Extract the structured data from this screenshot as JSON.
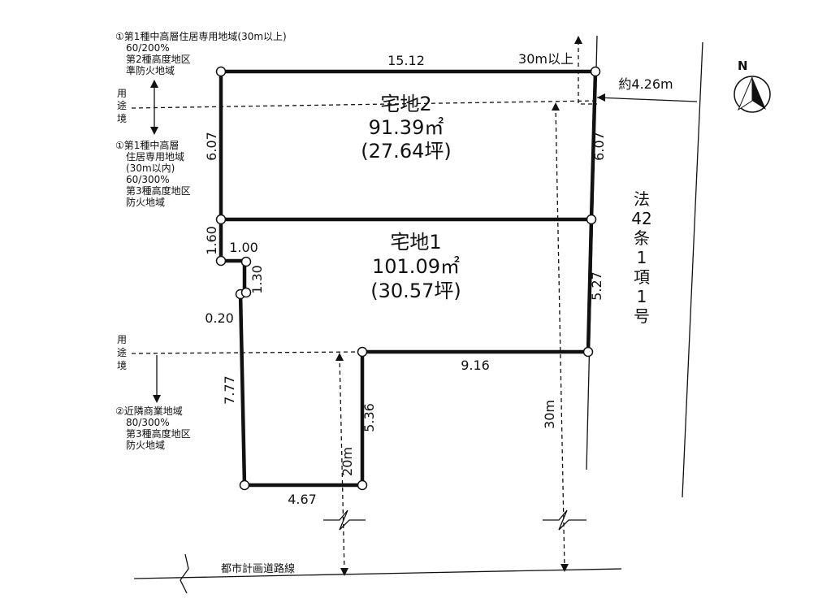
{
  "zones": {
    "upper": [
      "①第1種中高層住居専用地域(30m以上)",
      "60/200%",
      "第2種高度地区",
      "準防火地域"
    ],
    "middle": [
      "①第1種中高層",
      "住居専用地域",
      "(30m以内)",
      "60/300%",
      "第3種高度地区",
      "防火地域"
    ],
    "lower": [
      "②近隣商業地域",
      "80/300%",
      "第3種高度地区",
      "防火地域"
    ],
    "boundary_label": [
      "用",
      "途",
      "境"
    ]
  },
  "lots": {
    "lot2": {
      "name": "宅地2",
      "area": "91.39㎡",
      "tsubo": "(27.64坪)"
    },
    "lot1": {
      "name": "宅地1",
      "area": "101.09㎡",
      "tsubo": "(30.57坪)"
    }
  },
  "dimensions": {
    "top": "15.12",
    "left_upper": "6.07",
    "right_upper": "6.07",
    "left_notch": "1.60",
    "notch_top": "1.00",
    "notch_down": "1.30",
    "jog": "0.20",
    "left_lower": "7.77",
    "bottom": "4.67",
    "inner_vertical": "5.36",
    "inner_horizontal": "9.16",
    "right_lower": "5.27",
    "marker_30_top": "30m以上",
    "marker_30_right": "30m",
    "marker_20": "20m",
    "road_width": "約4.26m"
  },
  "road": {
    "vertical_label": [
      "法",
      "42",
      "条",
      "1",
      "項",
      "1",
      "号"
    ],
    "city_road": "都市計画道路線"
  },
  "compass": {
    "label": "N"
  }
}
